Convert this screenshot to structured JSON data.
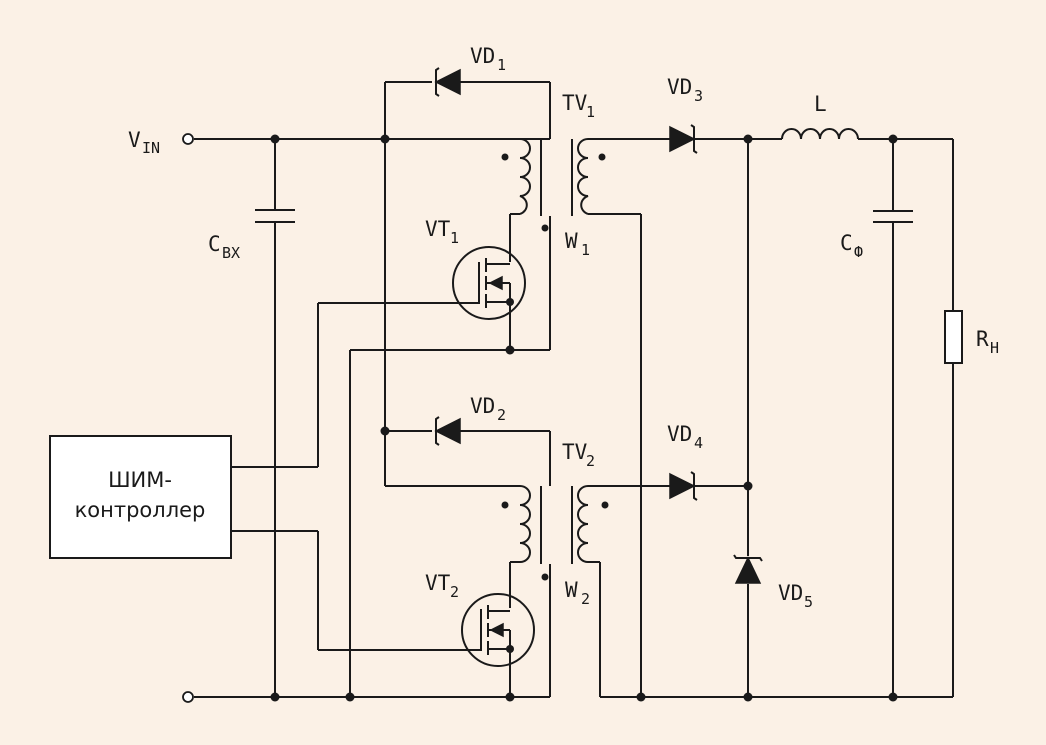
{
  "background_color": "#fbf1e6",
  "labels": {
    "vin": {
      "main": "V",
      "sub": "IN"
    },
    "cin": {
      "main": "C",
      "sub": "ВХ"
    },
    "vd1": {
      "main": "VD",
      "sub": "1"
    },
    "vd2": {
      "main": "VD",
      "sub": "2"
    },
    "vd3": {
      "main": "VD",
      "sub": "3"
    },
    "vd4": {
      "main": "VD",
      "sub": "4"
    },
    "vd5": {
      "main": "VD",
      "sub": "5"
    },
    "tv1": {
      "main": "TV",
      "sub": "1"
    },
    "tv2": {
      "main": "TV",
      "sub": "2"
    },
    "w1": {
      "main": "W",
      "sub": "1"
    },
    "w2": {
      "main": "W",
      "sub": "2"
    },
    "vt1": {
      "main": "VT",
      "sub": "1"
    },
    "vt2": {
      "main": "VT",
      "sub": "2"
    },
    "inductor": {
      "main": "L"
    },
    "cout": {
      "main": "C",
      "sub": "Ф"
    },
    "load": {
      "main": "R",
      "sub": "Н"
    }
  },
  "controller": {
    "line1": "ШИМ-",
    "line2": "контроллер"
  }
}
